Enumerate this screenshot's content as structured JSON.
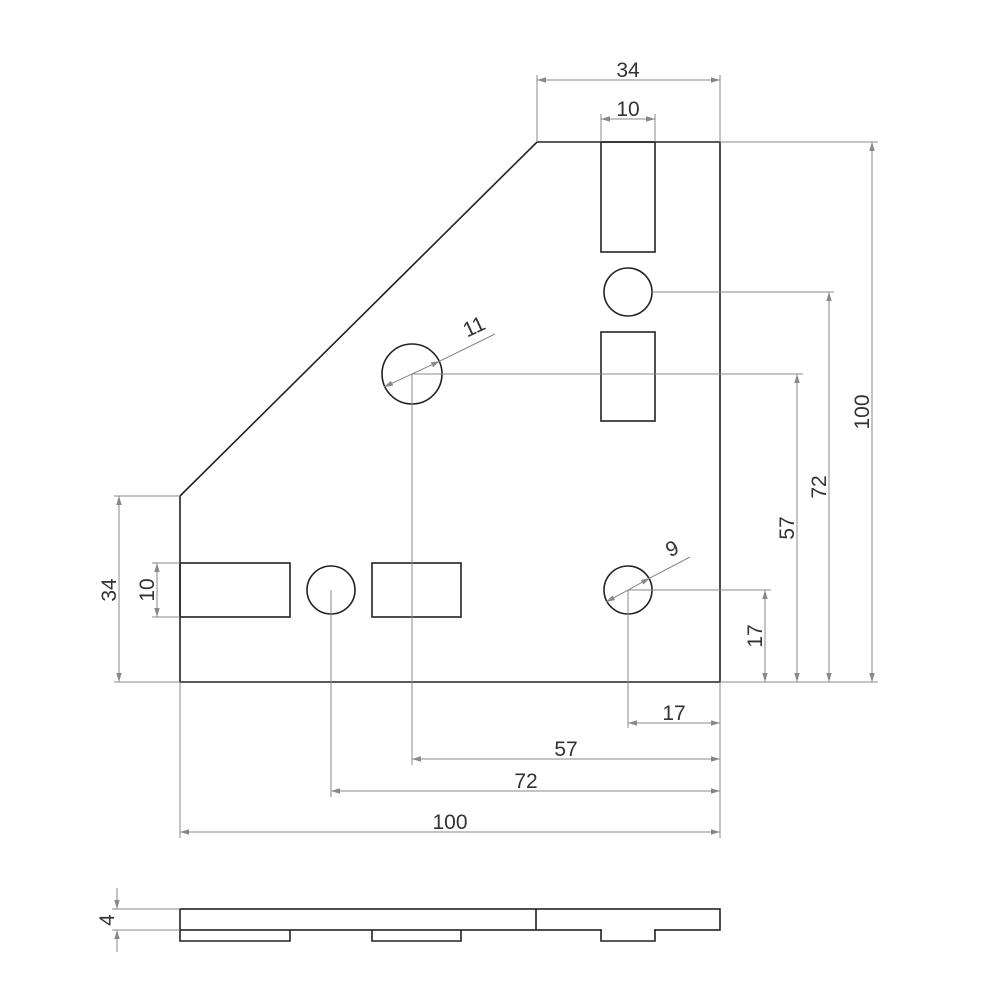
{
  "drawing": {
    "top_width_34": "34",
    "slot_width_10_top": "10",
    "height_100": "100",
    "height_72": "72",
    "height_57": "57",
    "height_17": "17",
    "width_17": "17",
    "width_57": "57",
    "width_72": "72",
    "width_100": "100",
    "left_height_34": "34",
    "slot_width_10_left": "10",
    "hole_dia_11": "11",
    "hole_dia_9": "9",
    "thickness_4": "4"
  }
}
